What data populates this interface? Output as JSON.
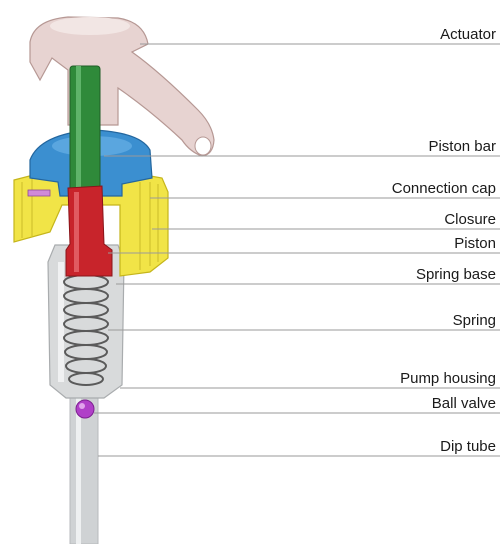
{
  "labels": [
    {
      "id": "actuator",
      "text": "Actuator"
    },
    {
      "id": "piston-bar",
      "text": "Piston bar"
    },
    {
      "id": "connection-cap",
      "text": "Connection cap"
    },
    {
      "id": "closure",
      "text": "Closure"
    },
    {
      "id": "piston",
      "text": "Piston"
    },
    {
      "id": "spring-base",
      "text": "Spring base"
    },
    {
      "id": "spring",
      "text": "Spring"
    },
    {
      "id": "pump-housing",
      "text": "Pump housing"
    },
    {
      "id": "ball-valve",
      "text": "Ball valve"
    },
    {
      "id": "dip-tube",
      "text": "Dip tube"
    }
  ],
  "colors": {
    "actuator": "#e7d3d1",
    "piston_bar": "#2f8a3a",
    "connection_cap": "#3b8fd0",
    "closure": "#f1e447",
    "piston": "#c8242b",
    "housing": "#d8dadb",
    "spring": "#5a5a5a",
    "ball_valve": "#b040c8",
    "dip_tube": "#cfd2d4"
  }
}
